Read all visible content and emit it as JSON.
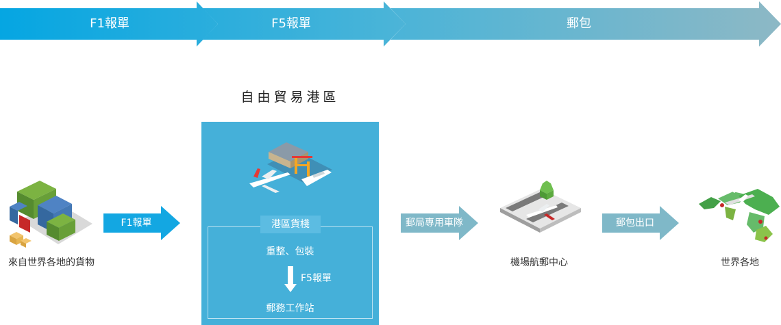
{
  "banner": {
    "stages": [
      "F1報單",
      "F5報單",
      "郵包"
    ]
  },
  "ftz": {
    "title": "自由貿易港區",
    "station_label": "港區貨棧",
    "step1": "重整、包裝",
    "step_arrow_label": "F5報單",
    "step2": "郵務工作站"
  },
  "nodes": {
    "origin": "來自世界各地的貨物",
    "airport": "機場航郵中心",
    "world": "世界各地"
  },
  "arrows": {
    "a1": "F1報單",
    "a2": "郵局專用車隊",
    "a3": "郵包出口"
  },
  "colors": {
    "banner_start": "#0aa8e0",
    "banner_end": "#8ab8c6",
    "panel": "#45b0d9",
    "arrow_blue": "#13a7e2",
    "arrow_teal": "#7fb8c8"
  }
}
